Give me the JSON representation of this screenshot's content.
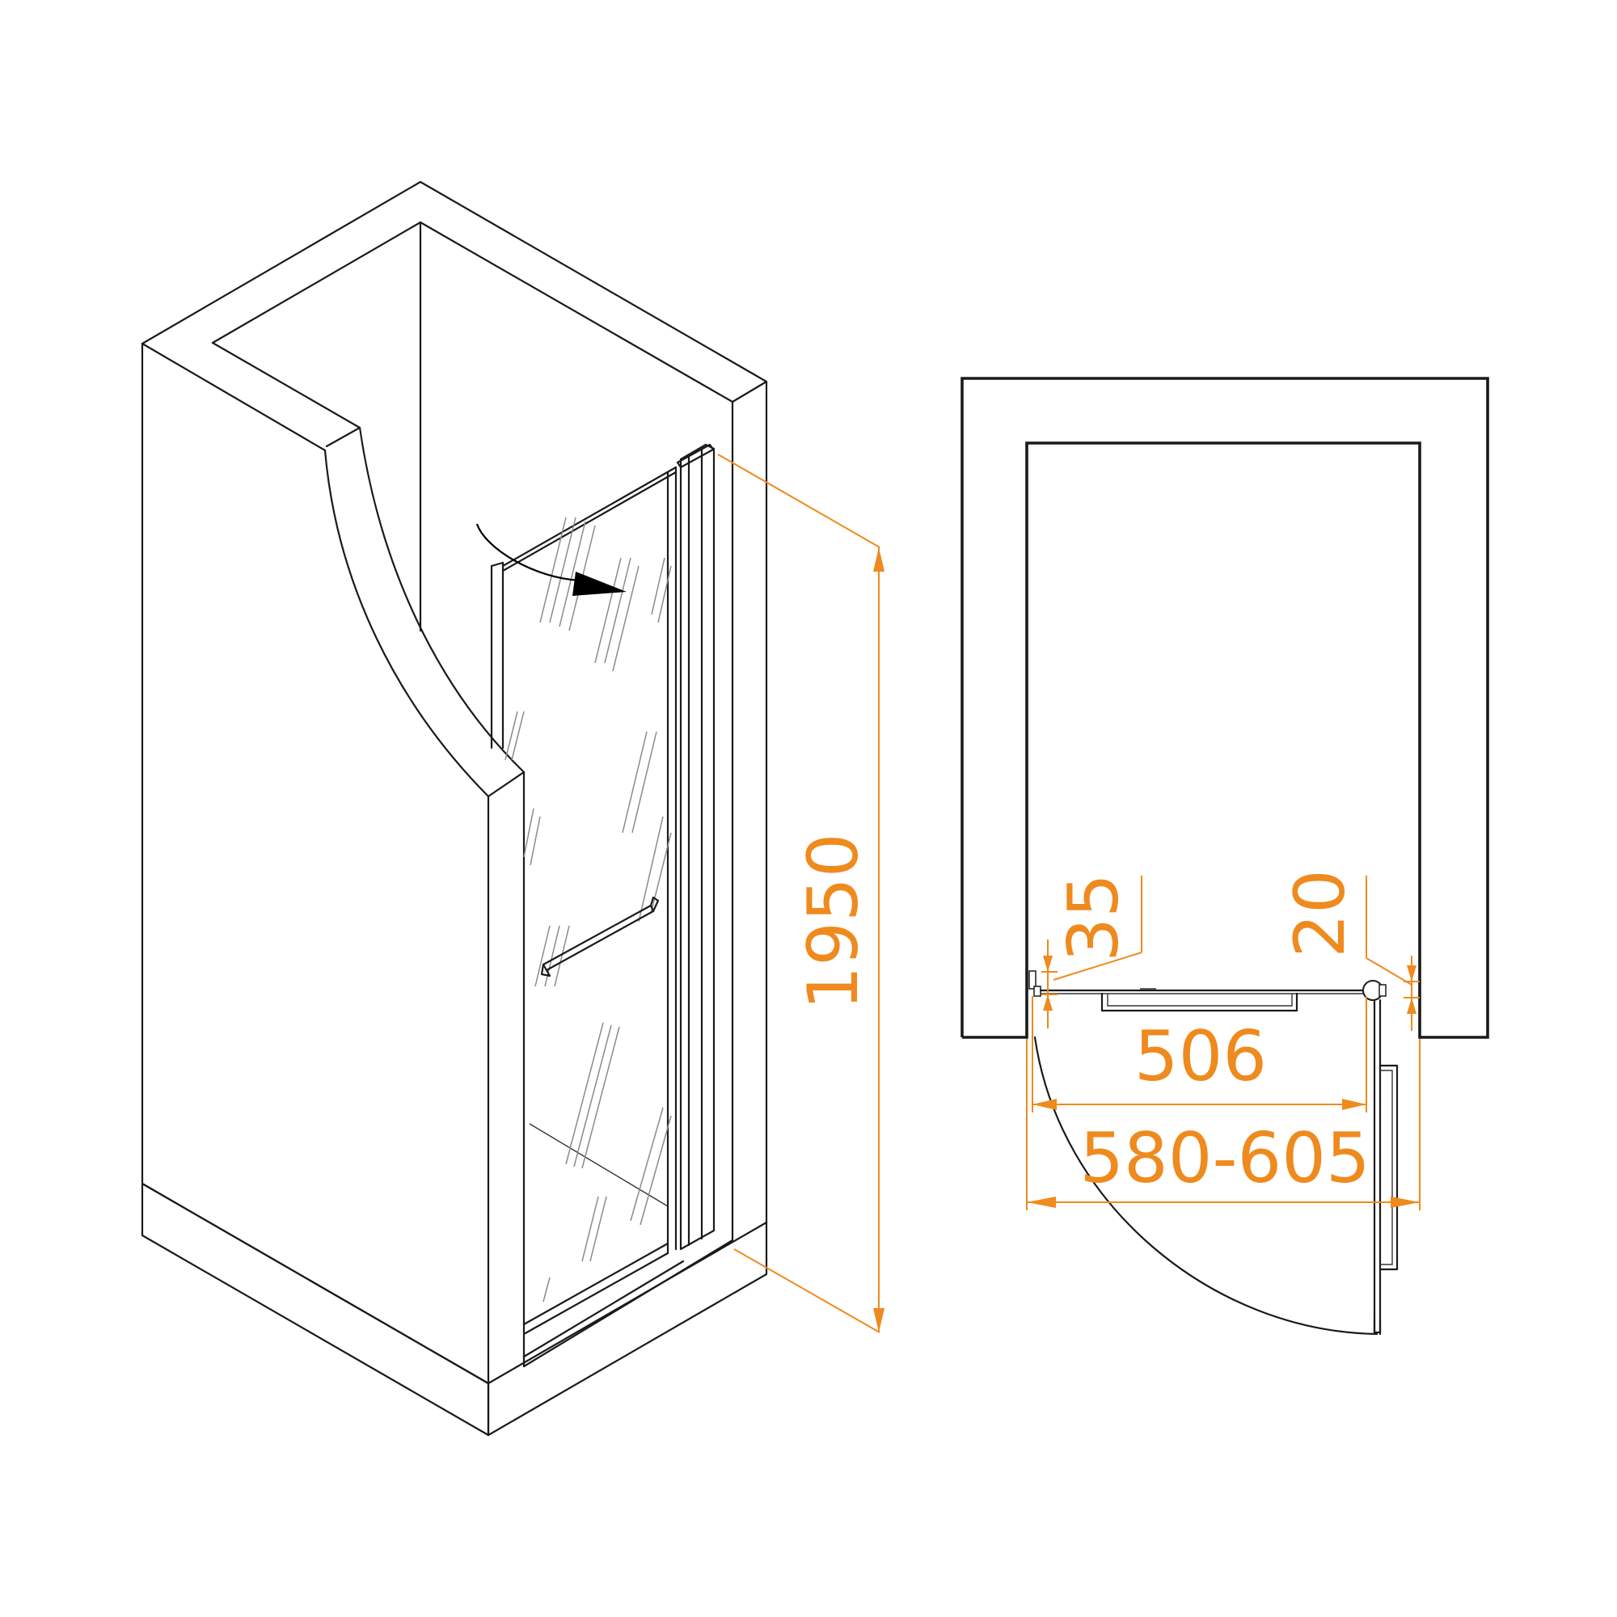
{
  "colors": {
    "line": "#1a1a1a",
    "dimension": "#ef8a1e",
    "glass_texture": "#8a8a8a",
    "background": "#ffffff"
  },
  "isometric_view": {
    "height_label": "1950",
    "swing_arrow_icon": "curved-arrow-icon"
  },
  "plan_view": {
    "left_offset_label": "35",
    "right_offset_label": "20",
    "door_width_label": "506",
    "opening_range_label": "580-605"
  }
}
